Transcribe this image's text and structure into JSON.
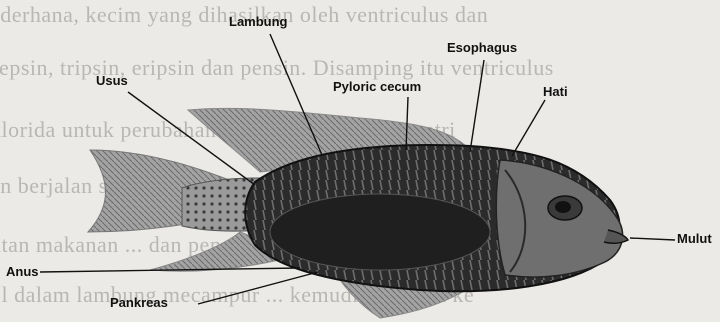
{
  "background_text": [
    "ederhana, kecim yang dihasilkan oleh ventriculus dan",
    "sepsin, tripsin, eripsin dan pensin. Disamping itu ventriculus",
    "klorida untuk perubahan makanan. Gerakan ventri",
    "an berjalan secara ... peristaltis. Lam",
    "ntan makanan ... dan pencernaan ...",
    "ol dalam lambung mecampur ... kemudian masuk ke"
  ],
  "labels": {
    "lambung": "Lambung",
    "esophagus": "Esophagus",
    "usus": "Usus",
    "pyloric_cecum": "Pyloric cecum",
    "hati": "Hati",
    "mulut": "Mulut",
    "anus": "Anus",
    "pankreas": "Pankreas"
  },
  "colors": {
    "ink": "#111111",
    "body": "#2a2a2a",
    "fin": "#8c8c8c",
    "paper": "#eceae6"
  }
}
